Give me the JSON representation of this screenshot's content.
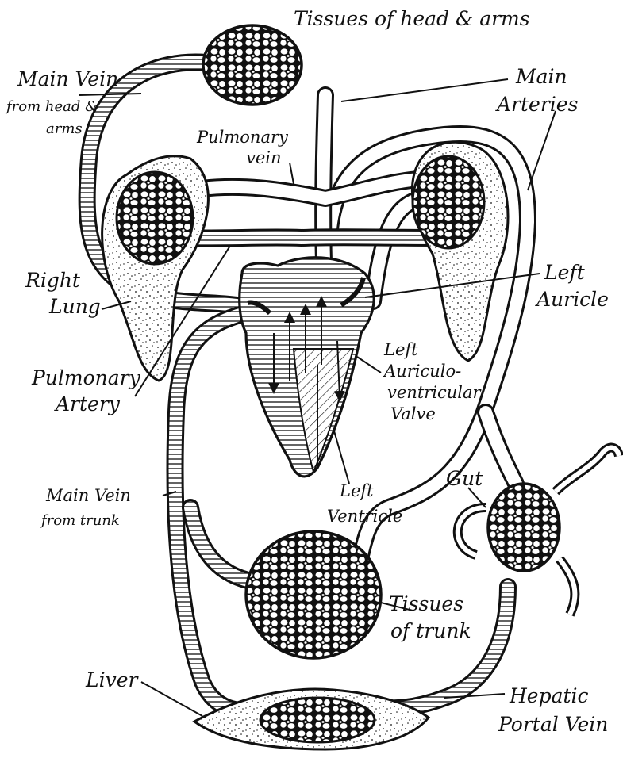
{
  "labels": {
    "tissues_head_arms": "Tissues of head & arms",
    "main_vein_head_1": "Main Vein",
    "main_vein_head_2": "from head &",
    "main_vein_head_3": "arms",
    "main_arteries_1": "Main",
    "main_arteries_2": "Arteries",
    "pulmonary_vein_1": "Pulmonary",
    "pulmonary_vein_2": "vein",
    "right_lung_1": "Right",
    "right_lung_2": "Lung",
    "left_auricle_1": "Left",
    "left_auricle_2": "Auricle",
    "left_av_valve_1": "Left",
    "left_av_valve_2": "Auriculo-",
    "left_av_valve_3": "ventricular",
    "left_av_valve_4": "Valve",
    "pulmonary_artery_1": "Pulmonary",
    "pulmonary_artery_2": "Artery",
    "gut": "Gut",
    "main_vein_trunk_1": "Main Vein",
    "main_vein_trunk_2": "from trunk",
    "left_ventricle_1": "Left",
    "left_ventricle_2": "Ventricle",
    "tissues_trunk_1": "Tissues",
    "tissues_trunk_2": "of trunk",
    "liver": "Liver",
    "hepatic_portal_1": "Hepatic",
    "hepatic_portal_2": "Portal Vein"
  },
  "colors": {
    "ink": "#111111",
    "paper": "#ffffff"
  }
}
